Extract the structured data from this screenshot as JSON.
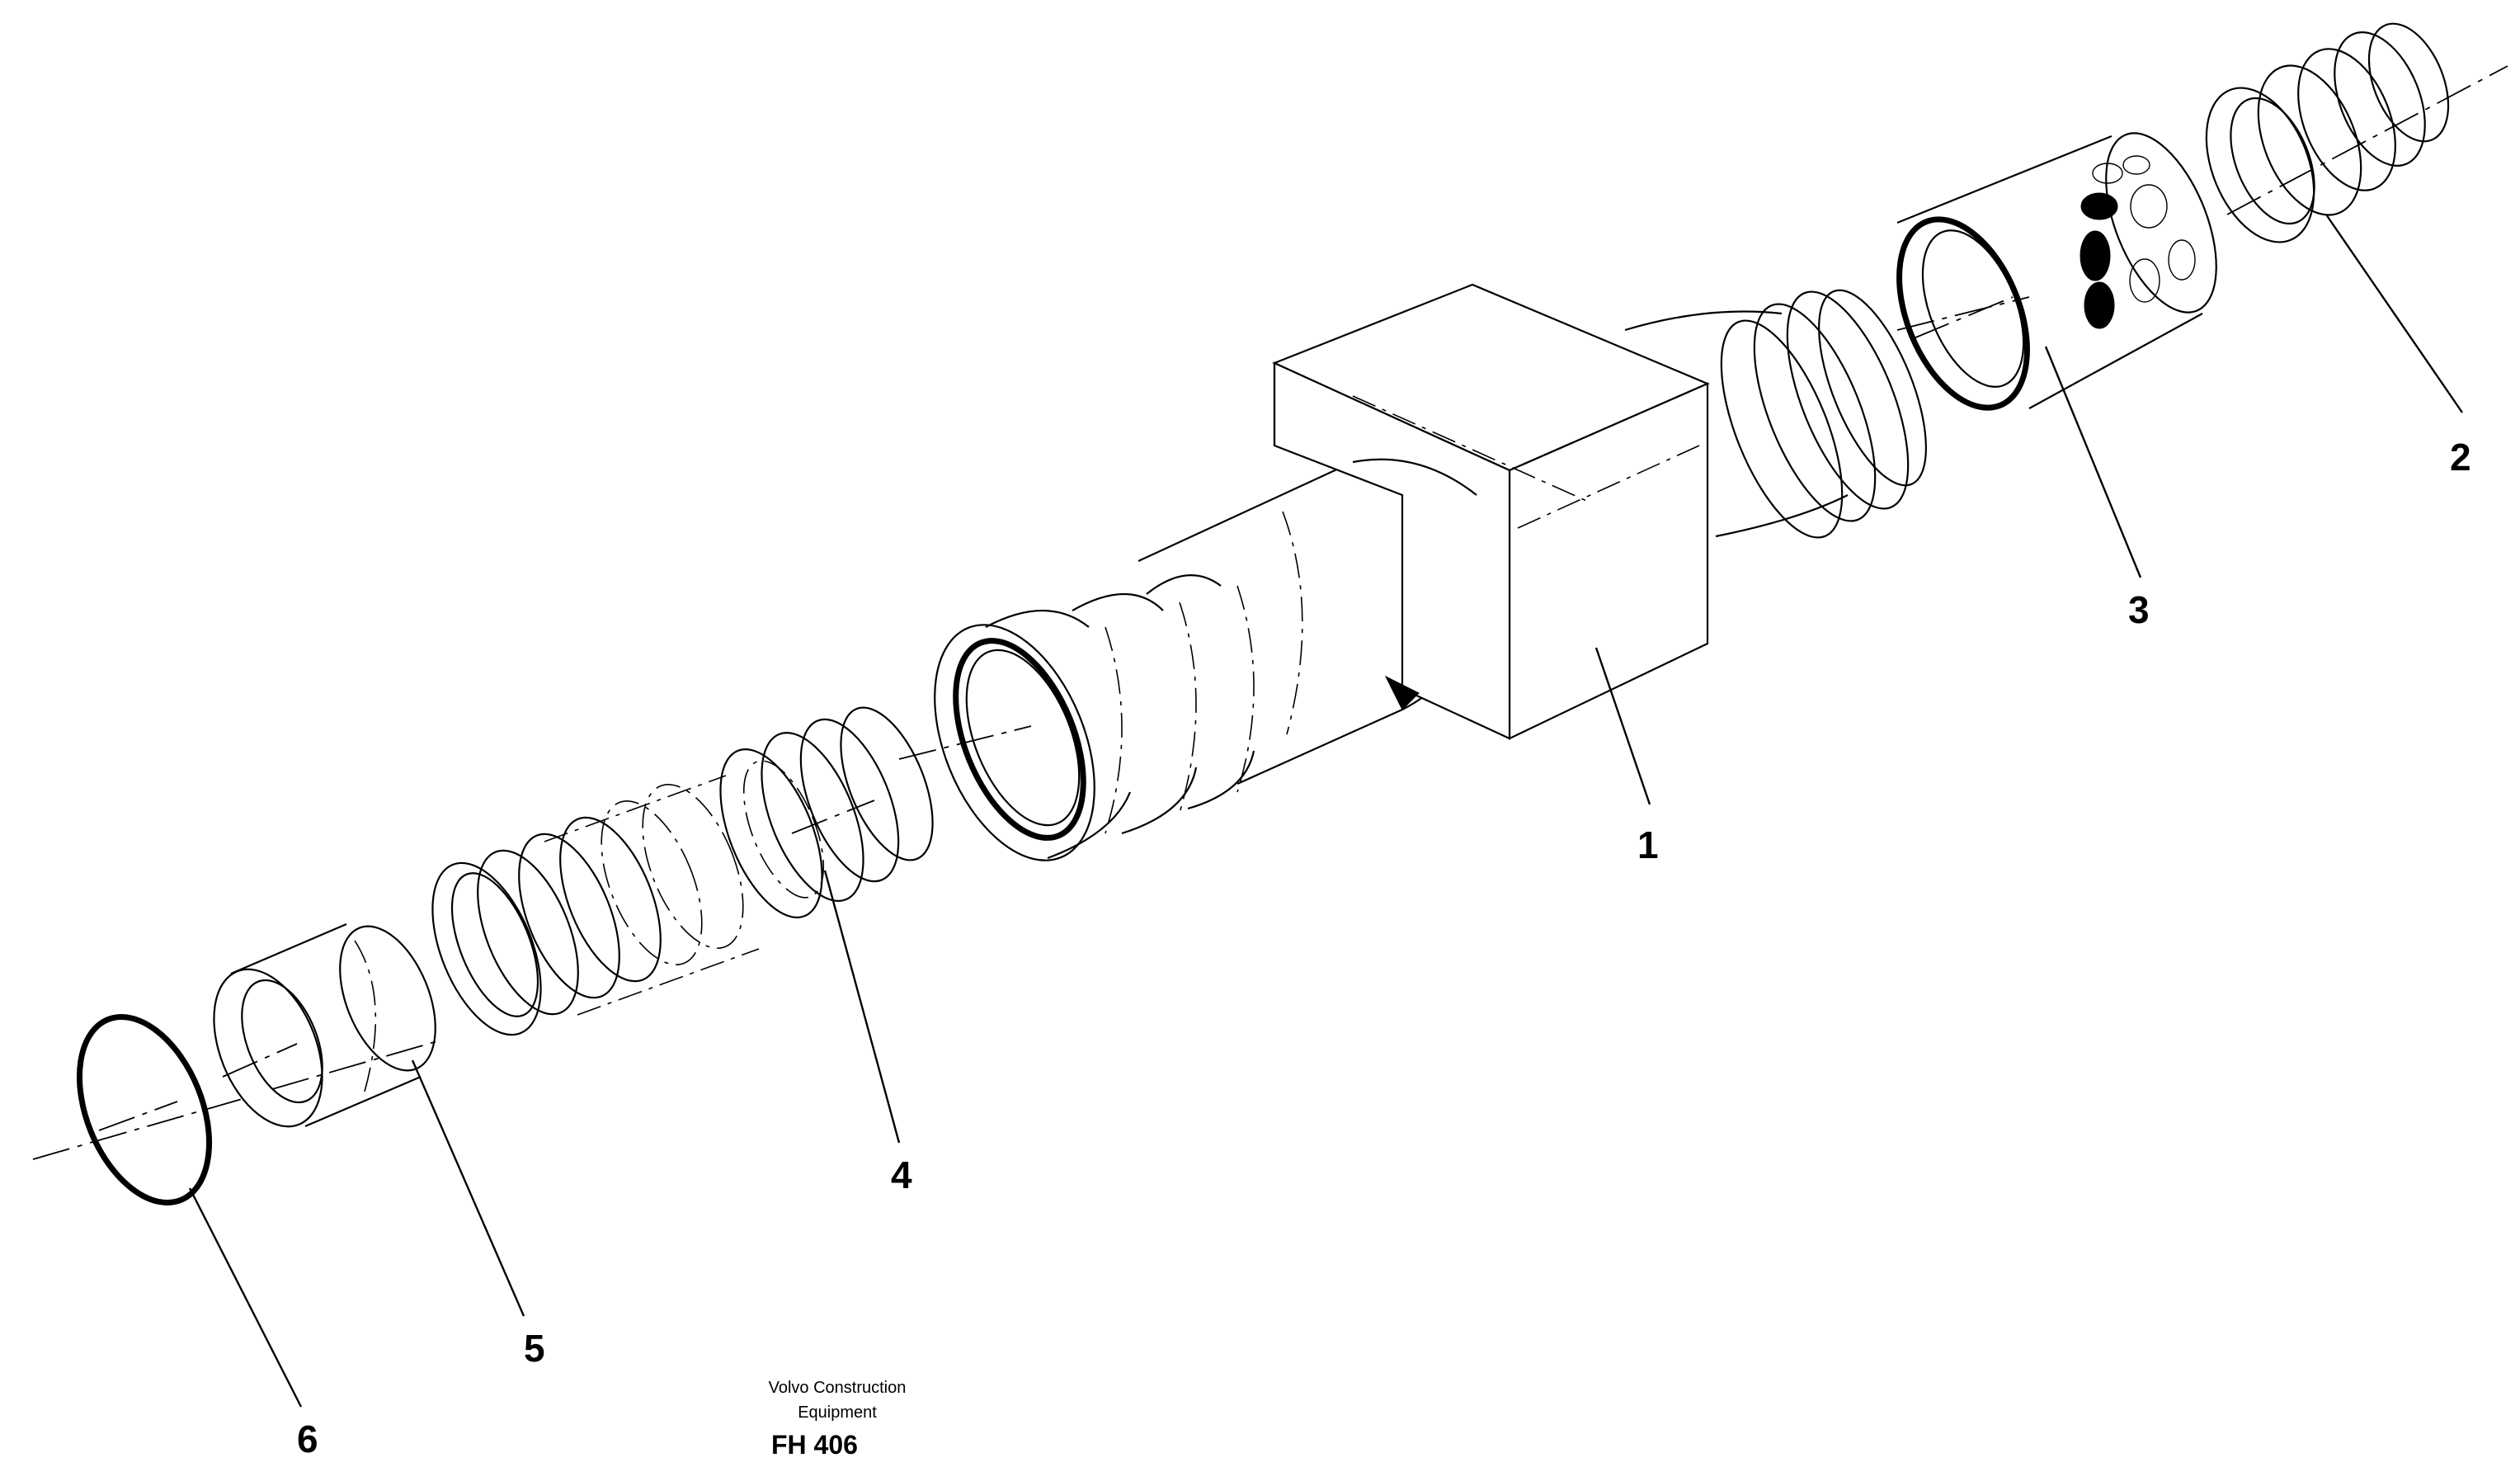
{
  "diagram": {
    "callouts": [
      {
        "id": "1",
        "label": "1"
      },
      {
        "id": "2",
        "label": "2"
      },
      {
        "id": "3",
        "label": "3"
      },
      {
        "id": "4",
        "label": "4"
      },
      {
        "id": "5",
        "label": "5"
      },
      {
        "id": "6",
        "label": "6"
      }
    ],
    "footer": {
      "manufacturer_line1": "Volvo Construction",
      "manufacturer_line2": "Equipment",
      "figure_code": "FH 406"
    }
  }
}
